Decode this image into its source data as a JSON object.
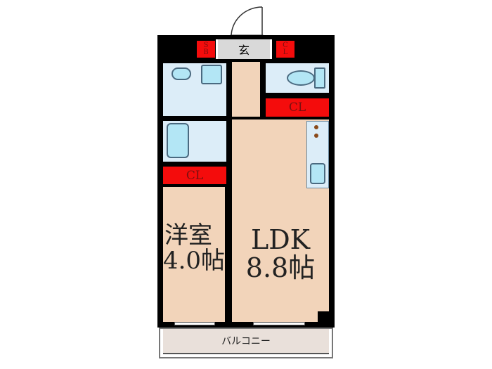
{
  "rooms": {
    "genkan": "玄",
    "shoe_box": [
      "S",
      "B"
    ],
    "closet_entry": [
      "C",
      "L"
    ],
    "closet_toilet": "CL",
    "closet_western": "CL",
    "western": {
      "name": "洋室",
      "size": "4.0帖"
    },
    "ldk": {
      "name": "LDK",
      "size": "8.8帖"
    },
    "balcony": "バルコニー"
  },
  "colors": {
    "room": "#f2d4ba",
    "wet_area": "#dcedf8",
    "closet": "#f40c0c",
    "wall": "#000000",
    "balcony": "#e9e0da"
  }
}
